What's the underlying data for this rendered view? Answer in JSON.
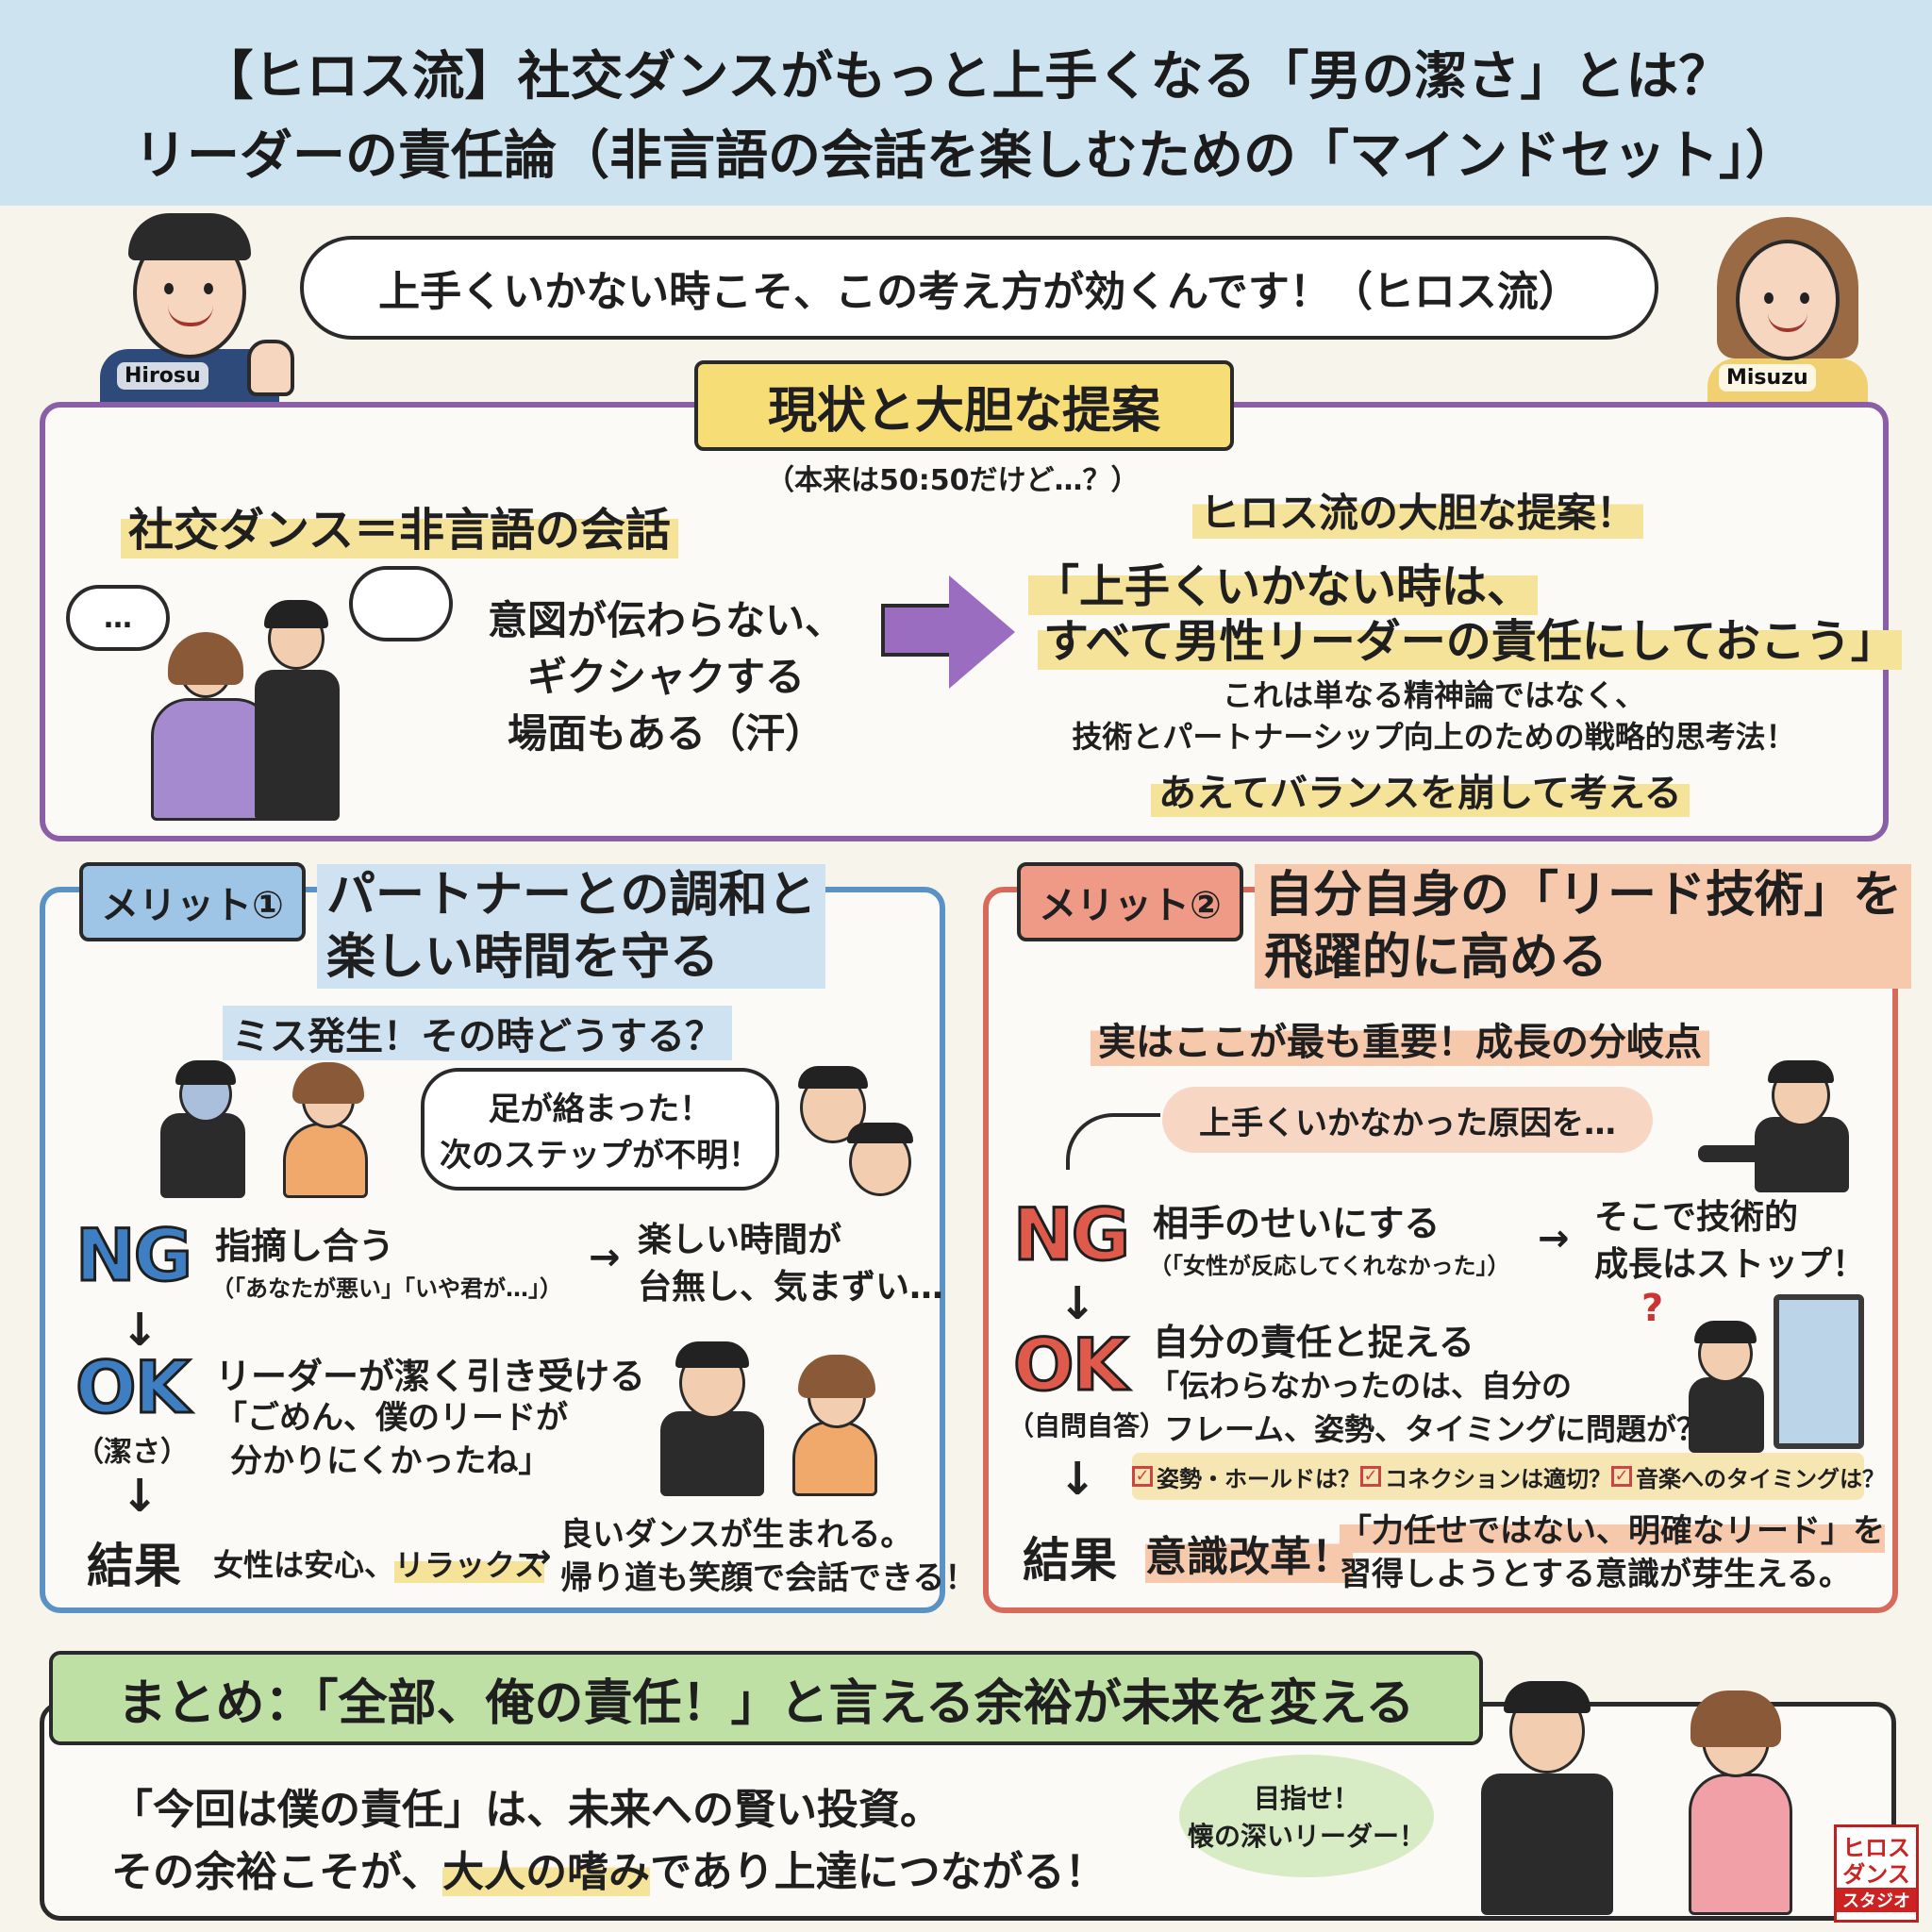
{
  "header": {
    "title_line1": "【ヒロス流】社交ダンスがもっと上手くなる「男の潔さ」とは？",
    "title_line2": "リーダーの責任論（非言語の会話を楽しむための「マインドセット」）"
  },
  "speech": {
    "text": "上手くいかない時こそ、この考え方が効くんです！（ヒロス流）"
  },
  "characters": {
    "left_name": "Hirosu",
    "right_name": "Misuzu"
  },
  "top_panel": {
    "label": "現状と大胆な提案",
    "note": "（本来は50:50だけど…？）",
    "left_heading": "社交ダンス＝非言語の会話",
    "thought_dots": "…",
    "left_text": [
      "意図が伝わらない、",
      "ギクシャクする",
      "場面もある（汗）"
    ],
    "right_heading": "ヒロス流の大胆な提案！",
    "proposal_line1": "「上手くいかない時は、",
    "proposal_line2": "すべて男性リーダーの責任にしておこう」",
    "explain_line1": "これは単なる精神論ではなく、",
    "explain_line2": "技術とパートナーシップ向上のための戦略的思考法！",
    "closing": "あえてバランスを崩して考える"
  },
  "merit1": {
    "tag": "メリット①",
    "title_line1": "パートナーとの調和と",
    "title_line2": "楽しい時間を守る",
    "question": "ミス発生！その時どうする？",
    "bubble_line1": "足が絡まった！",
    "bubble_line2": "次のステップが不明！",
    "ng": "NG",
    "ng_title": "指摘し合う",
    "ng_quote": "（「あなたが悪い」「いや君が…」）",
    "ng_arrow": "→",
    "ng_result_line1": "楽しい時間が",
    "ng_result_line2": "台無し、気まずい…",
    "down": "↓",
    "ok": "OK",
    "ok_sub": "（潔さ）",
    "ok_title": "リーダーが潔く引き受ける",
    "ok_quote_line1": "「ごめん、僕のリードが",
    "ok_quote_line2": "分かりにくかったね」",
    "result_label": "結果",
    "result_pre": "女性は安心、",
    "result_hl": "リラックス",
    "result_arrow": "→",
    "result_line1": "良いダンスが生まれる。",
    "result_line2": "帰り道も笑顔で会話できる！"
  },
  "merit2": {
    "tag": "メリット②",
    "title_line1": "自分自身の「リード技術」を",
    "title_line2": "飛躍的に高める",
    "subheading": "実はここが最も重要！成長の分岐点",
    "bubble": "上手くいかなかった原因を…",
    "ng": "NG",
    "ng_title": "相手のせいにする",
    "ng_quote": "（「女性が反応してくれなかった」）",
    "ng_arrow": "→",
    "ng_result_line1": "そこで技術的",
    "ng_result_line2": "成長はストップ！",
    "down": "↓",
    "ok": "OK",
    "ok_sub": "（自問自答）",
    "ok_title": "自分の責任と捉える",
    "ok_quote_line1": "「伝わらなかったのは、自分の",
    "ok_quote_line2": "フレーム、姿勢、タイミングに問題が？」",
    "question_mark": "?",
    "checks": [
      "姿勢・ホールドは？",
      "コネクションは適切？",
      "音楽へのタイミングは？"
    ],
    "check_mark": "✓",
    "result_label": "結果",
    "result_hl": "意識改革！",
    "result_line1": "「力任せではない、明確なリード」を",
    "result_line2": "習得しようとする意識が芽生える。"
  },
  "summary": {
    "title": "まとめ：「全部、俺の責任！」と言える余裕が未来を変える",
    "line1": "「今回は僕の責任」は、未来への賢い投資。",
    "line2_pre": "その余裕こそが、",
    "line2_hl": "大人の嗜み",
    "line2_post": "であり上達につながる！",
    "goal_line1": "目指せ！",
    "goal_line2": "懐の深いリーダー！"
  },
  "logo": {
    "line1": "ヒロス",
    "line2": "ダンス",
    "line3": "スタジオ"
  },
  "colors": {
    "header_bg": "#cde3ef",
    "top_panel_border": "#8a5fa8",
    "merit1_border": "#5a92c6",
    "merit2_border": "#d86a5c",
    "label_yellow": "#f7dd76",
    "summary_green": "#bfe0a5"
  }
}
